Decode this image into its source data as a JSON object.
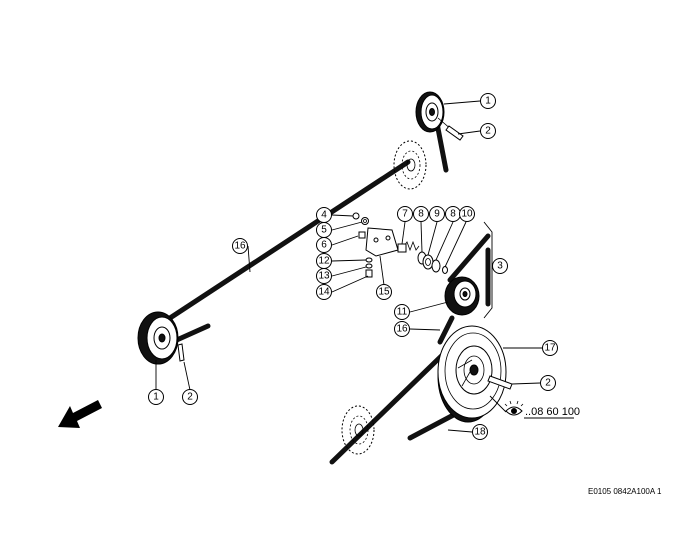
{
  "callouts": [
    {
      "id": "c1a",
      "label": "1"
    },
    {
      "id": "c2a",
      "label": "2"
    },
    {
      "id": "c4",
      "label": "4"
    },
    {
      "id": "c5",
      "label": "5"
    },
    {
      "id": "c6",
      "label": "6"
    },
    {
      "id": "c12",
      "label": "12"
    },
    {
      "id": "c13",
      "label": "13"
    },
    {
      "id": "c14",
      "label": "14"
    },
    {
      "id": "c15",
      "label": "15"
    },
    {
      "id": "c7",
      "label": "7"
    },
    {
      "id": "c8a",
      "label": "8"
    },
    {
      "id": "c9",
      "label": "9"
    },
    {
      "id": "c8b",
      "label": "8"
    },
    {
      "id": "c10",
      "label": "10"
    },
    {
      "id": "c3",
      "label": "3"
    },
    {
      "id": "c11",
      "label": "11"
    },
    {
      "id": "c16b",
      "label": "16"
    },
    {
      "id": "c16a",
      "label": "16"
    },
    {
      "id": "c17",
      "label": "17"
    },
    {
      "id": "c2c",
      "label": "2"
    },
    {
      "id": "c18",
      "label": "18"
    },
    {
      "id": "c1b",
      "label": "1"
    },
    {
      "id": "c2b",
      "label": "2"
    }
  ],
  "reference": "..08 60 100",
  "drawing_code": "E0105 0842A100A 1"
}
